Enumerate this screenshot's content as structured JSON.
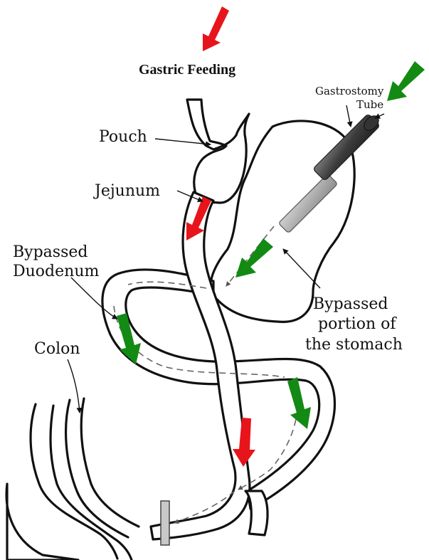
{
  "title": "Gastric Feeding",
  "labels": {
    "pouch": "Pouch",
    "jejunum": "Jejunum",
    "bypassed_duodenum_line1": "Bypassed",
    "bypassed_duodenum_line2": "Duodenum",
    "colon": "Colon",
    "gastrostomy_line1": "Gastrostomy",
    "gastrostomy_line2": "Tube",
    "bypassed_stomach_line1": "Bypassed",
    "bypassed_stomach_line2": "portion of",
    "bypassed_stomach_line3": "the stomach"
  },
  "colors": {
    "oral_route_arrow": "#e8141b",
    "tube_route_arrow": "#138a13",
    "tube_dark": "#4a4a4a",
    "tube_light": "#a9a9a9",
    "clip": "#c8c8c8",
    "outline": "#111111"
  }
}
